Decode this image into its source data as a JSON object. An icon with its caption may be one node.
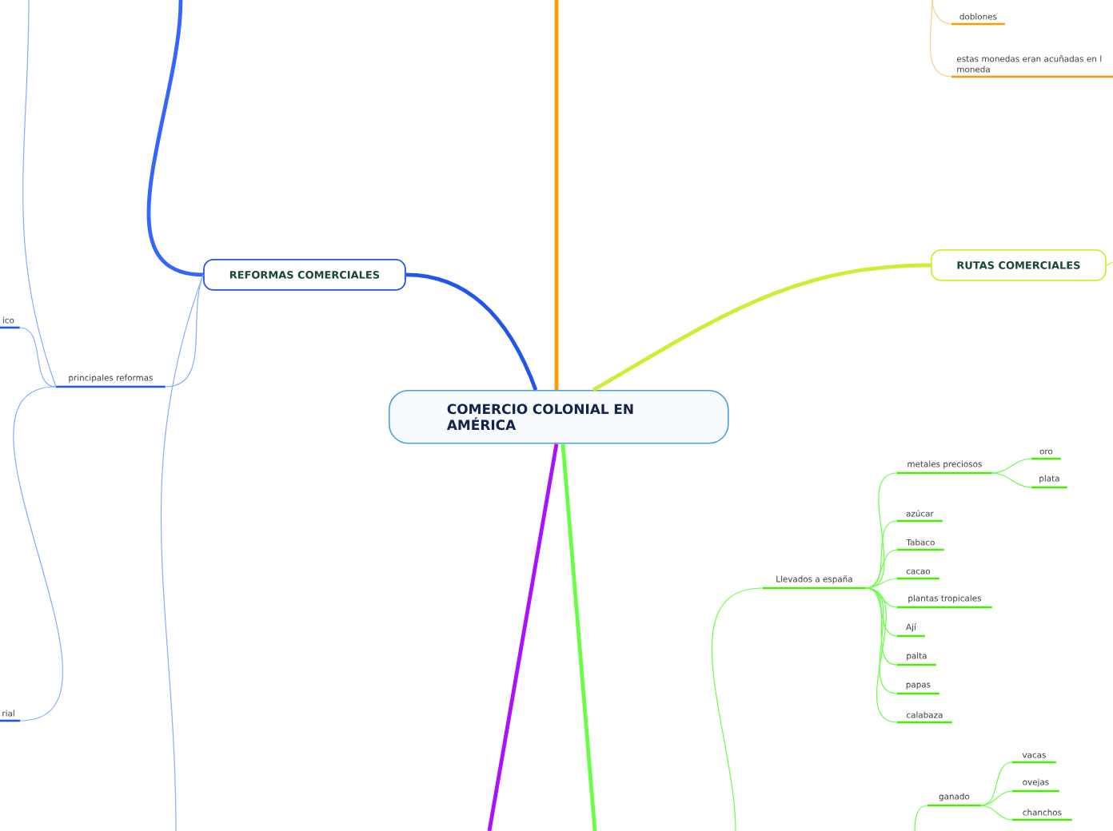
{
  "diagram": {
    "nodes": [
      {
        "text": [
          "COMERCIO COLONIAL  EN AMÉRICA"
        ]
      },
      {
        "text": [
          "REFORMAS COMERCIALES"
        ]
      },
      {
        "text": [
          "RUTAS COMERCIALES"
        ]
      },
      {
        "text": [
          "principales reformas"
        ]
      },
      {
        "text": [
          "ico"
        ]
      },
      {
        "text": [
          "rial"
        ]
      },
      {
        "text": [
          "doblones"
        ]
      },
      {
        "text": [
          "estas monedas eran acuñadas en l moneda"
        ]
      },
      {
        "text": [
          "Llevados a españa"
        ]
      },
      {
        "text": [
          "metales preciosos"
        ]
      },
      {
        "text": [
          "oro"
        ]
      },
      {
        "text": [
          "plata"
        ]
      },
      {
        "text": [
          "azúcar"
        ]
      },
      {
        "text": [
          "Tabaco"
        ]
      },
      {
        "text": [
          "cacao"
        ]
      },
      {
        "text": [
          "plantas tropicales"
        ]
      },
      {
        "text": [
          "Ají"
        ]
      },
      {
        "text": [
          "palta"
        ]
      },
      {
        "text": [
          "papas"
        ]
      },
      {
        "text": [
          "calabaza"
        ]
      },
      {
        "text": [
          "ganado"
        ]
      },
      {
        "text": [
          "vacas"
        ]
      },
      {
        "text": [
          "ovejas"
        ]
      },
      {
        "text": [
          "chanchos"
        ]
      }
    ],
    "edges": [
      {
        "from": 0,
        "to": 1,
        "arrow": "none",
        "style": "thick",
        "color": "#2255ee"
      },
      {
        "from": 0,
        "to": 2,
        "arrow": "none",
        "style": "thick",
        "color": "#ccee33"
      },
      {
        "from": 0,
        "to": null,
        "arrow": "none",
        "style": "thick",
        "color": "#ff9900"
      },
      {
        "from": 0,
        "to": null,
        "arrow": "none",
        "style": "thick",
        "color": "#aa11ff"
      },
      {
        "from": 0,
        "to": null,
        "arrow": "none",
        "style": "thick"
      },
      {
        "from": 1,
        "to": null,
        "arrow": "none",
        "style": "thick",
        "color": "#3366ff"
      },
      {
        "from": 1,
        "to": null,
        "arrow": "none",
        "color": "#88aaff"
      },
      {
        "from": 1,
        "to": 3,
        "arrow": "none",
        "color": "#88aaff"
      },
      {
        "from": 3,
        "to": null,
        "arrow": "none",
        "color": "#88aaff"
      },
      {
        "from": 3,
        "to": 4,
        "arrow": "none",
        "color": "#88aaff"
      },
      {
        "from": 3,
        "to": 5,
        "arrow": "none",
        "color": "#88aaff"
      },
      {
        "from": null,
        "to": 6,
        "arrow": "none",
        "color": "#ffcc88"
      },
      {
        "from": null,
        "to": 7,
        "arrow": "none",
        "color": "#ffcc88"
      },
      {
        "from": 2,
        "to": null,
        "arrow": "none",
        "color": "#ccee33"
      },
      {
        "from": null,
        "to": 8,
        "arrow": "none"
      },
      {
        "from": 8,
        "to": 9,
        "arrow": "none"
      },
      {
        "from": 8,
        "to": 12,
        "arrow": "none"
      },
      {
        "from": 8,
        "to": 13,
        "arrow": "none"
      },
      {
        "from": 8,
        "to": 14,
        "arrow": "none"
      },
      {
        "from": 8,
        "to": 15,
        "arrow": "none"
      },
      {
        "from": 8,
        "to": 16,
        "arrow": "none"
      },
      {
        "from": 8,
        "to": 17,
        "arrow": "none"
      },
      {
        "from": 8,
        "to": 18,
        "arrow": "none"
      },
      {
        "from": 8,
        "to": 19,
        "arrow": "none"
      },
      {
        "from": 9,
        "to": 10,
        "arrow": "none"
      },
      {
        "from": 9,
        "to": 11,
        "arrow": "none"
      },
      {
        "from": null,
        "to": 20,
        "arrow": "none"
      },
      {
        "from": 20,
        "to": 21,
        "arrow": "none"
      },
      {
        "from": 20,
        "to": 22,
        "arrow": "none"
      },
      {
        "from": 20,
        "to": 23,
        "arrow": "none"
      }
    ]
  }
}
